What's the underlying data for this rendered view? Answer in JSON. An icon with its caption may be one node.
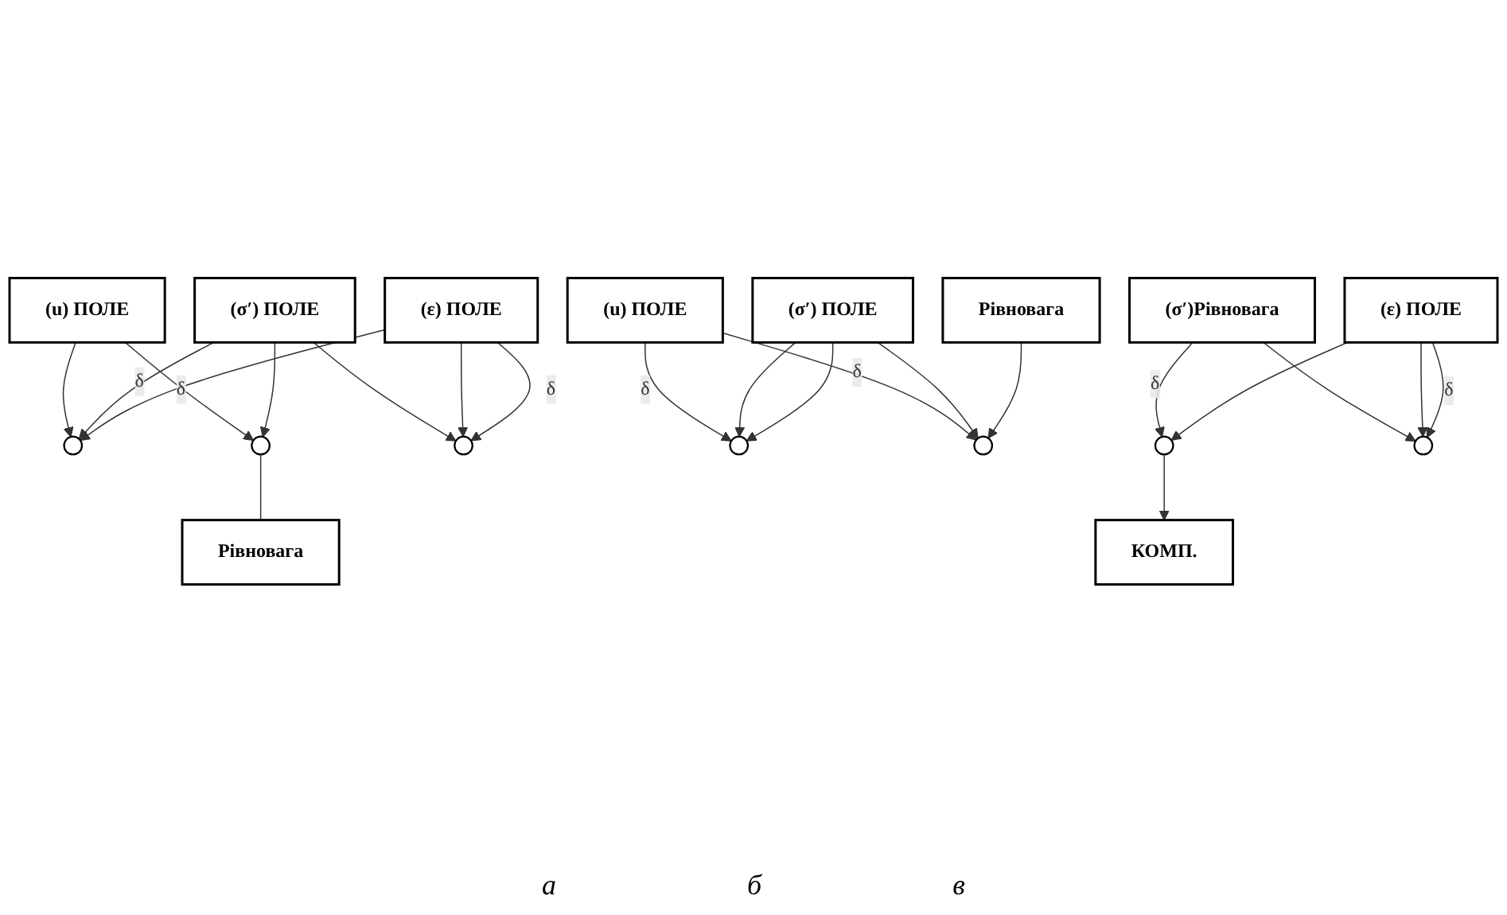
{
  "diagram": {
    "nodes": [
      {
        "text": [
          "(u) ПОЛЕ"
        ]
      },
      {
        "text": [
          "(σ′) ПОЛЕ"
        ]
      },
      {
        "text": [
          "Рівновага"
        ]
      },
      {
        "text": [
          "(ε) ПОЛЕ"
        ]
      },
      {
        "text": [],
        "shape": "circle"
      },
      {
        "text": [],
        "shape": "circle"
      },
      {
        "text": [],
        "shape": "circle"
      },
      {
        "text": [
          "(u) ПОЛЕ"
        ]
      },
      {
        "text": [
          "(σ′) ПОЛЕ"
        ]
      },
      {
        "text": [
          "Рівновага"
        ]
      },
      {
        "text": [],
        "shape": "circle"
      },
      {
        "text": [],
        "shape": "circle"
      },
      {
        "text": [
          "(σ′)Рівновага"
        ]
      },
      {
        "text": [
          "КОМП."
        ]
      },
      {
        "text": [
          "(ε) ПОЛЕ"
        ]
      },
      {
        "text": [],
        "shape": "circle"
      },
      {
        "text": [],
        "shape": "circle"
      }
    ],
    "edges": [
      {
        "from": 0,
        "to": 4,
        "arrow": "to"
      },
      {
        "from": 1,
        "to": 4,
        "arrow": "to",
        "label": "δ"
      },
      {
        "from": 3,
        "to": 4,
        "arrow": "to"
      },
      {
        "from": 0,
        "to": 5,
        "arrow": "to",
        "label": "δ"
      },
      {
        "from": 1,
        "to": 5,
        "arrow": "to"
      },
      {
        "from": 5,
        "to": 2,
        "arrow": "none"
      },
      {
        "from": 1,
        "to": 6,
        "arrow": "to"
      },
      {
        "from": 3,
        "to": 6,
        "arrow": "to"
      },
      {
        "from": 3,
        "to": 6,
        "arrow": "to",
        "label": "δ"
      },
      {
        "from": 7,
        "to": 10,
        "arrow": "to",
        "label": "δ"
      },
      {
        "from": 8,
        "to": 10,
        "arrow": "to"
      },
      {
        "from": 8,
        "to": 10,
        "arrow": "to"
      },
      {
        "from": 7,
        "to": 11,
        "arrow": "to",
        "label": "δ"
      },
      {
        "from": 8,
        "to": 11,
        "arrow": "to"
      },
      {
        "from": 9,
        "to": 11,
        "arrow": "to"
      },
      {
        "from": 12,
        "to": 15,
        "arrow": "to",
        "label": "δ"
      },
      {
        "from": 14,
        "to": 15,
        "arrow": "to"
      },
      {
        "from": 15,
        "to": 13,
        "arrow": "to"
      },
      {
        "from": 12,
        "to": 16,
        "arrow": "to"
      },
      {
        "from": 14,
        "to": 16,
        "arrow": "to"
      },
      {
        "from": 14,
        "to": 16,
        "arrow": "to",
        "label": "δ"
      }
    ],
    "labels": [
      "а",
      "б",
      "в"
    ]
  }
}
